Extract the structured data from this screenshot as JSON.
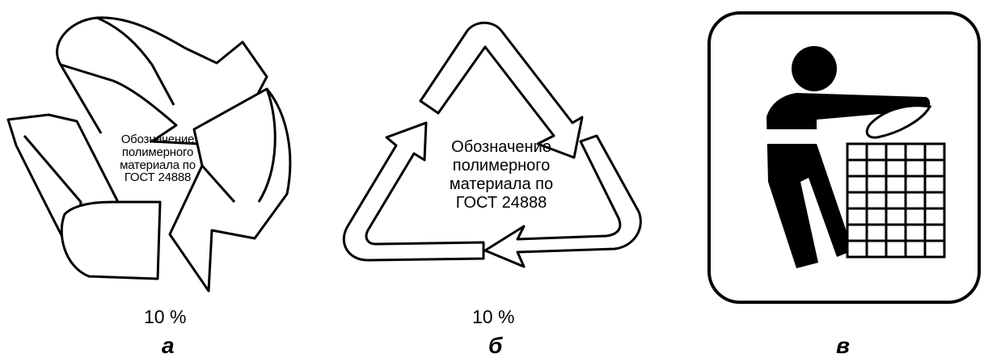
{
  "figures": [
    {
      "id": "a",
      "icon": "recycling-mobius-icon",
      "text_lines": [
        "Обозначение",
        "полимерного",
        "материала по",
        "ГОСТ 24888"
      ],
      "percent": "10 %",
      "label": "а"
    },
    {
      "id": "b",
      "icon": "triangle-arrows-icon",
      "text_lines": [
        "Обозначение",
        "полимерного",
        "материала по",
        "ГОСТ 24888"
      ],
      "percent": "10 %",
      "label": "б"
    },
    {
      "id": "v",
      "icon": "tidyman-litter-bin-icon",
      "label": "в"
    }
  ],
  "colors": {
    "stroke": "#000000",
    "background": "#ffffff"
  }
}
